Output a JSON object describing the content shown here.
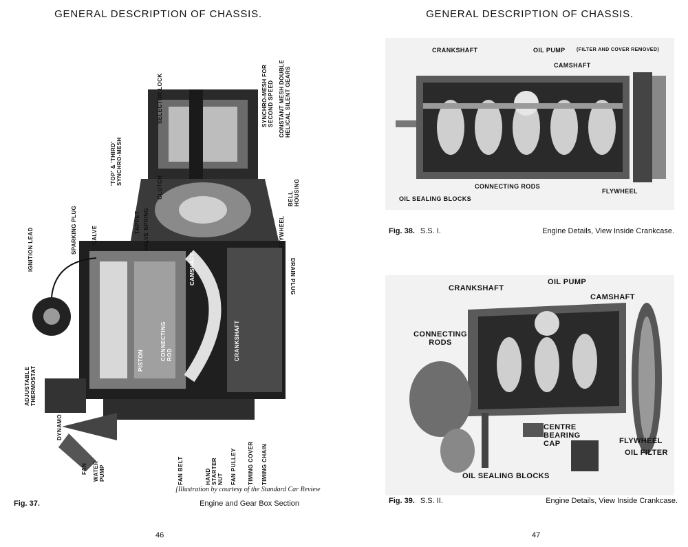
{
  "header_left": "GENERAL DESCRIPTION OF CHASSIS.",
  "header_right": "GENERAL DESCRIPTION OF CHASSIS.",
  "page_left": "46",
  "page_right": "47",
  "fig37": {
    "number": "Fig. 37.",
    "caption": "Engine and Gear Box Section",
    "credit": "[Illustration by courtesy of the Standard Car Review",
    "labels": {
      "selector_lock": "SELECTOR LOCK",
      "synchro_second": "SYNCHRO-MESH FOR SECOND SPEED",
      "constant_mesh": "CONSTANT MESH DOUBLE HELICAL SILENT GEARS",
      "top_third": "'TOP' & 'THIRD' SYNCHRO-MESH",
      "clutch": "CLUTCH",
      "bell_housing": "BELL HOUSING",
      "valve_spring": "VALVE SPRING",
      "tappet": "TAPPET",
      "valve": "VALVE",
      "sparking_plug": "SPARKING PLUG",
      "ignition_lead": "IGNITION LEAD",
      "flywheel": "FLYWHEEL",
      "drain_plug": "DRAIN PLUG",
      "camshaft": "CAMSHAFT",
      "connecting_rod": "CONNECTING ROD",
      "crankshaft": "CRANKSHAFT",
      "piston": "PISTON",
      "adjustable_thermostat": "ADJUSTABLE THERMOSTAT",
      "dynamo": "DYNAMO",
      "fan": "FAN",
      "water_pump": "WATER PUMP",
      "fan_belt": "FAN BELT",
      "hand_starter_nut": "HAND STARTER NUT",
      "fan_pulley": "FAN PULLEY",
      "timing_cover": "TIMING COVER",
      "timing_chain": "TIMING CHAIN"
    }
  },
  "fig38": {
    "number": "Fig. 38.",
    "sub": "S.S. I.",
    "caption": "Engine Details, View Inside Crankcase.",
    "labels": {
      "crankshaft": "CRANKSHAFT",
      "oil_pump": "OIL PUMP",
      "oil_pump_note": "(FILTER AND COVER REMOVED)",
      "camshaft": "CAMSHAFT",
      "connecting_rods": "CONNECTING RODS",
      "oil_sealing_blocks": "OIL SEALING BLOCKS",
      "flywheel": "FLYWHEEL"
    }
  },
  "fig39": {
    "number": "Fig. 39.",
    "sub": "S.S. II.",
    "caption": "Engine Details, View Inside Crankcase.",
    "labels": {
      "crankshaft": "CRANKSHAFT",
      "oil_pump": "OIL PUMP",
      "camshaft": "CAMSHAFT",
      "connecting_rods": "CONNECTING RODS",
      "centre_bearing_cap": "CENTRE BEARING CAP",
      "flywheel": "FLYWHEEL",
      "oil_filter": "OIL FILTER",
      "oil_sealing_blocks": "OIL SEALING BLOCKS"
    }
  }
}
